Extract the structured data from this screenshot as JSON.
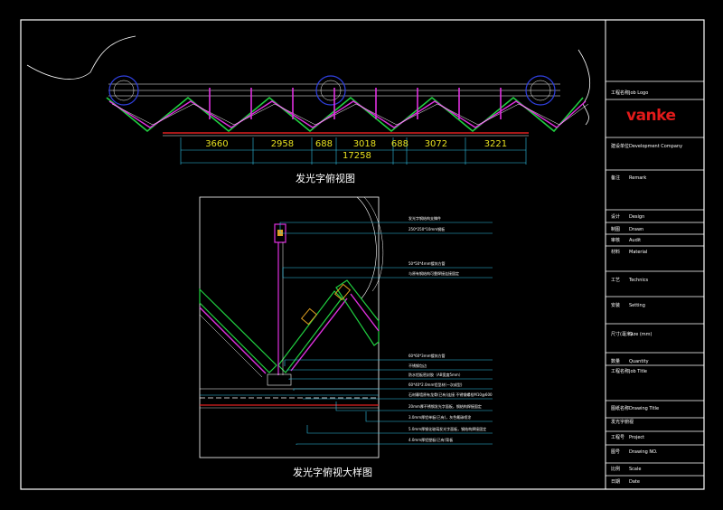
{
  "plan": {
    "dimensions": [
      "3660",
      "2958",
      "688",
      "3018",
      "688",
      "3072",
      "3221"
    ],
    "total": "17258",
    "caption": "发光字俯视图"
  },
  "detail": {
    "caption": "发光字俯视大样图",
    "notes": [
      "发光字钢结构支撑件",
      "250*250*10mm钢板",
      "50*50*4mm镀锌方管",
      "与原有钢结构可靠焊接连接固定",
      "60*60*3mm镀锌方管",
      "不锈钢包边",
      "防水铝板密封胶（AB宽度5mm）",
      "60*40*2.0mm铝型材(一次成型)",
      "石材幕墙原有龙骨(已有)连接 不锈钢螺栓M10@600",
      "20mm厚不锈钢发光字面板，钢结构焊接固定",
      "3.0mm厚铝单板(已有)，灰色氟碳喷涂",
      "5.0mm厚钢化玻璃发光字面板，钢结构焊接固定",
      "4.0mm厚铝塑板(已有)背板"
    ]
  },
  "title_block": {
    "logo": "vanke",
    "rows": [
      {
        "key": "工程名称",
        "value": "Job Logo"
      },
      {
        "key": "建设单位",
        "value": "Development Company"
      },
      {
        "key": "备注",
        "value": "Remark"
      },
      {
        "key": "设计",
        "value": "Design"
      },
      {
        "key": "制图",
        "value": "Drawn"
      },
      {
        "key": "审核",
        "value": "Audit"
      },
      {
        "key": "材料",
        "value": "Material"
      },
      {
        "key": "工艺",
        "value": "Technics"
      },
      {
        "key": "安装",
        "value": "Setting"
      },
      {
        "key": "尺寸(毫米)",
        "value": "Size (mm)"
      },
      {
        "key": "数量",
        "value": "Quantity"
      },
      {
        "key": "工程名称",
        "value": "Job Title"
      },
      {
        "key": "图纸名称",
        "value": "Drawing Title"
      },
      {
        "key": "",
        "value": "发光字俯视"
      },
      {
        "key": "工程号",
        "value": "Project"
      },
      {
        "key": "图号",
        "value": "Drawing NO."
      },
      {
        "key": "比例",
        "value": "Scale"
      },
      {
        "key": "日期",
        "value": "Date"
      }
    ]
  },
  "colors": {
    "frame": "#ffffff",
    "dimension": "#e6e020",
    "leader": "#2ec4e8",
    "panel": "#e030e0",
    "insulation": "#20d040",
    "brand": "#e21a1a",
    "column": "#3040e0",
    "slab": "#e02020"
  }
}
